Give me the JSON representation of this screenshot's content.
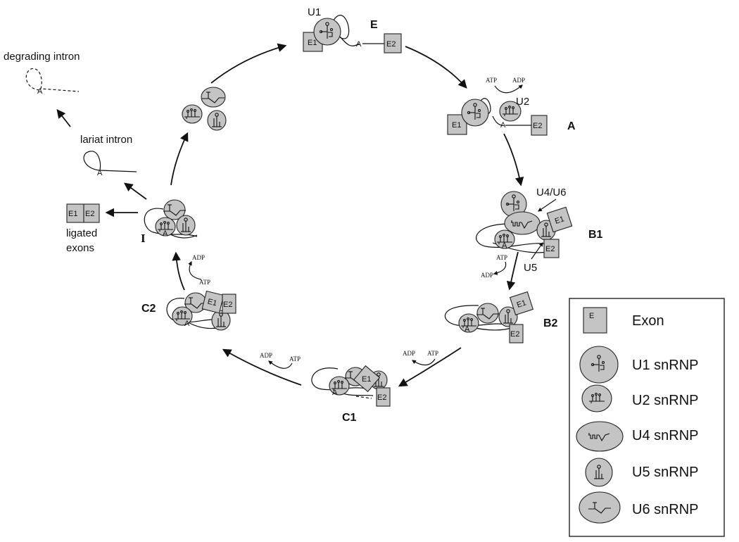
{
  "states": {
    "E": "E",
    "A": "A",
    "B1": "B1",
    "B2": "B2",
    "C1": "C1",
    "C2": "C2",
    "I": "I"
  },
  "snrnp_labels": {
    "u1": "U1",
    "u2": "U2",
    "u4u6": "U4/U6",
    "u5": "U5"
  },
  "exon_labels": {
    "e1": "E1",
    "e2": "E2"
  },
  "branch_point": "A",
  "energy": {
    "atp": "ATP",
    "adp": "ADP"
  },
  "products": {
    "degrading_intron": "degrading intron",
    "lariat_intron": "lariat intron",
    "ligated_exons_line1": "ligated",
    "ligated_exons_line2": "exons"
  },
  "legend": {
    "exon_box_letter": "E",
    "items": [
      {
        "key": "exon",
        "label": "Exon"
      },
      {
        "key": "u1",
        "label": "U1 snRNP"
      },
      {
        "key": "u2",
        "label": "U2 snRNP"
      },
      {
        "key": "u4",
        "label": "U4 snRNP"
      },
      {
        "key": "u5",
        "label": "U5 snRNP"
      },
      {
        "key": "u6",
        "label": "U6 snRNP"
      }
    ]
  }
}
